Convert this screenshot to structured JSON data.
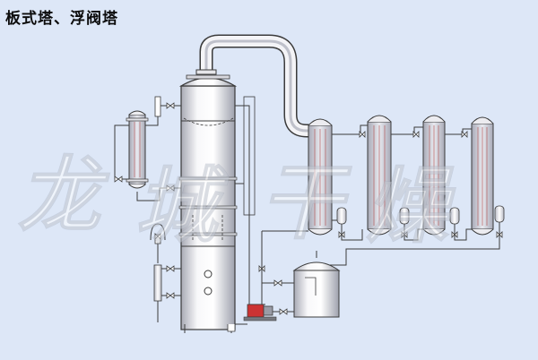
{
  "title": "板式塔、浮阀塔",
  "watermark": [
    "龙",
    "城",
    "干",
    "燥"
  ],
  "colors": {
    "background": "#dde7f7",
    "line": "#3b3b3b",
    "shell_light": "#f6f6f8",
    "shell_dark": "#a8aab5",
    "tube": "#b04848",
    "pump_red": "#cc3333"
  },
  "components": {
    "main_column": "plate-column",
    "side_condenser": "shell-and-tube-condenser",
    "heat_exchangers": 4,
    "receiver_tank": "tank-with-dome",
    "pump": "centrifugal-pump"
  }
}
